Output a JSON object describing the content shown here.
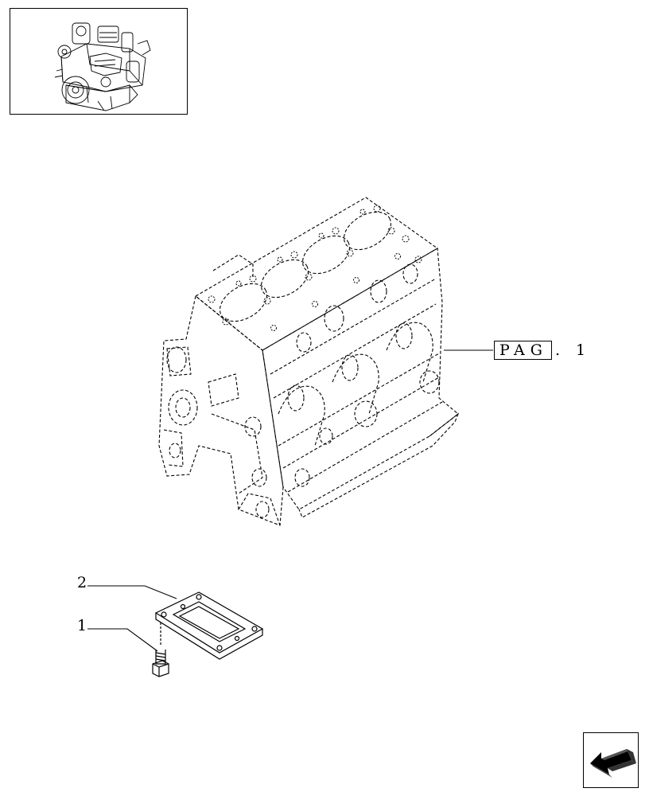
{
  "reference": {
    "box_text": "PAG",
    "suffix_text": ". 1"
  },
  "callouts": [
    {
      "id": "2",
      "label": "2"
    },
    {
      "id": "1",
      "label": "1"
    }
  ],
  "icons": {
    "thumbnail": "engine-thumbnail-icon",
    "navigation": "back-arrow-icon"
  }
}
